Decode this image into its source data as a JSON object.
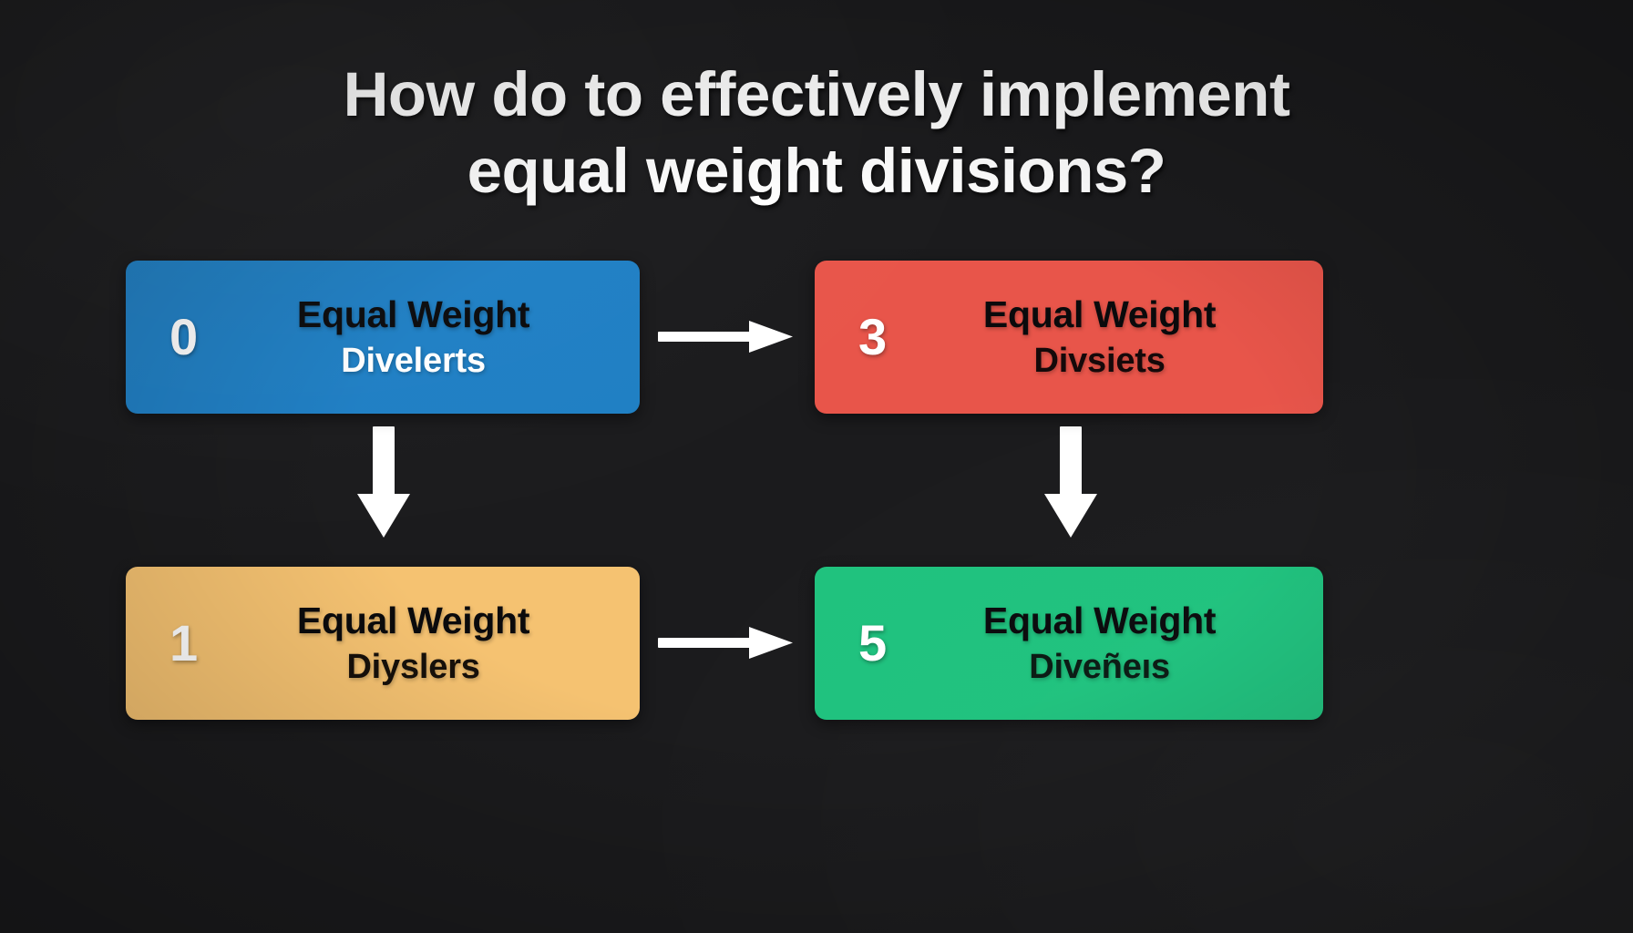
{
  "title": {
    "line1": "How do to effectively implement",
    "line2": "equal weight divisions?"
  },
  "colors": {
    "background": "#1b1b1d",
    "title_text": "#ffffff",
    "arrow": "#ffffff",
    "box_blue": "#1f7fc4",
    "box_red": "#e8554a",
    "box_orange": "#f5c271",
    "box_green": "#1fc27e"
  },
  "nodes": [
    {
      "id": "node-0",
      "number": "0",
      "title": "Equal Weight",
      "subtitle": "Divelerts",
      "fill": "#1f7fc4",
      "number_color": "#ffffff",
      "title_color": "#0a0a0c",
      "subtitle_color": "#ffffff"
    },
    {
      "id": "node-3",
      "number": "3",
      "title": "Equal Weight",
      "subtitle": "Divsiets",
      "fill": "#e8554a",
      "number_color": "#ffffff",
      "title_color": "#0a0a0c",
      "subtitle_color": "#15090a"
    },
    {
      "id": "node-1",
      "number": "1",
      "title": "Equal Weight",
      "subtitle": "Diyslers",
      "fill": "#f5c271",
      "number_color": "#ffffff",
      "title_color": "#0a0a0c",
      "subtitle_color": "#16100a"
    },
    {
      "id": "node-5",
      "number": "5",
      "title": "Equal Weight",
      "subtitle": "Diveñeıs",
      "fill": "#1fc27e",
      "number_color": "#ffffff",
      "title_color": "#0a0a0c",
      "subtitle_color": "#0a1a13"
    }
  ],
  "arrows": [
    {
      "id": "arrow-0-3",
      "from": "node-0",
      "to": "node-3",
      "direction": "right"
    },
    {
      "id": "arrow-1-5",
      "from": "node-1",
      "to": "node-5",
      "direction": "right"
    },
    {
      "id": "arrow-0-1",
      "from": "node-0",
      "to": "node-1",
      "direction": "down"
    },
    {
      "id": "arrow-3-5",
      "from": "node-3",
      "to": "node-5",
      "direction": "down"
    }
  ]
}
